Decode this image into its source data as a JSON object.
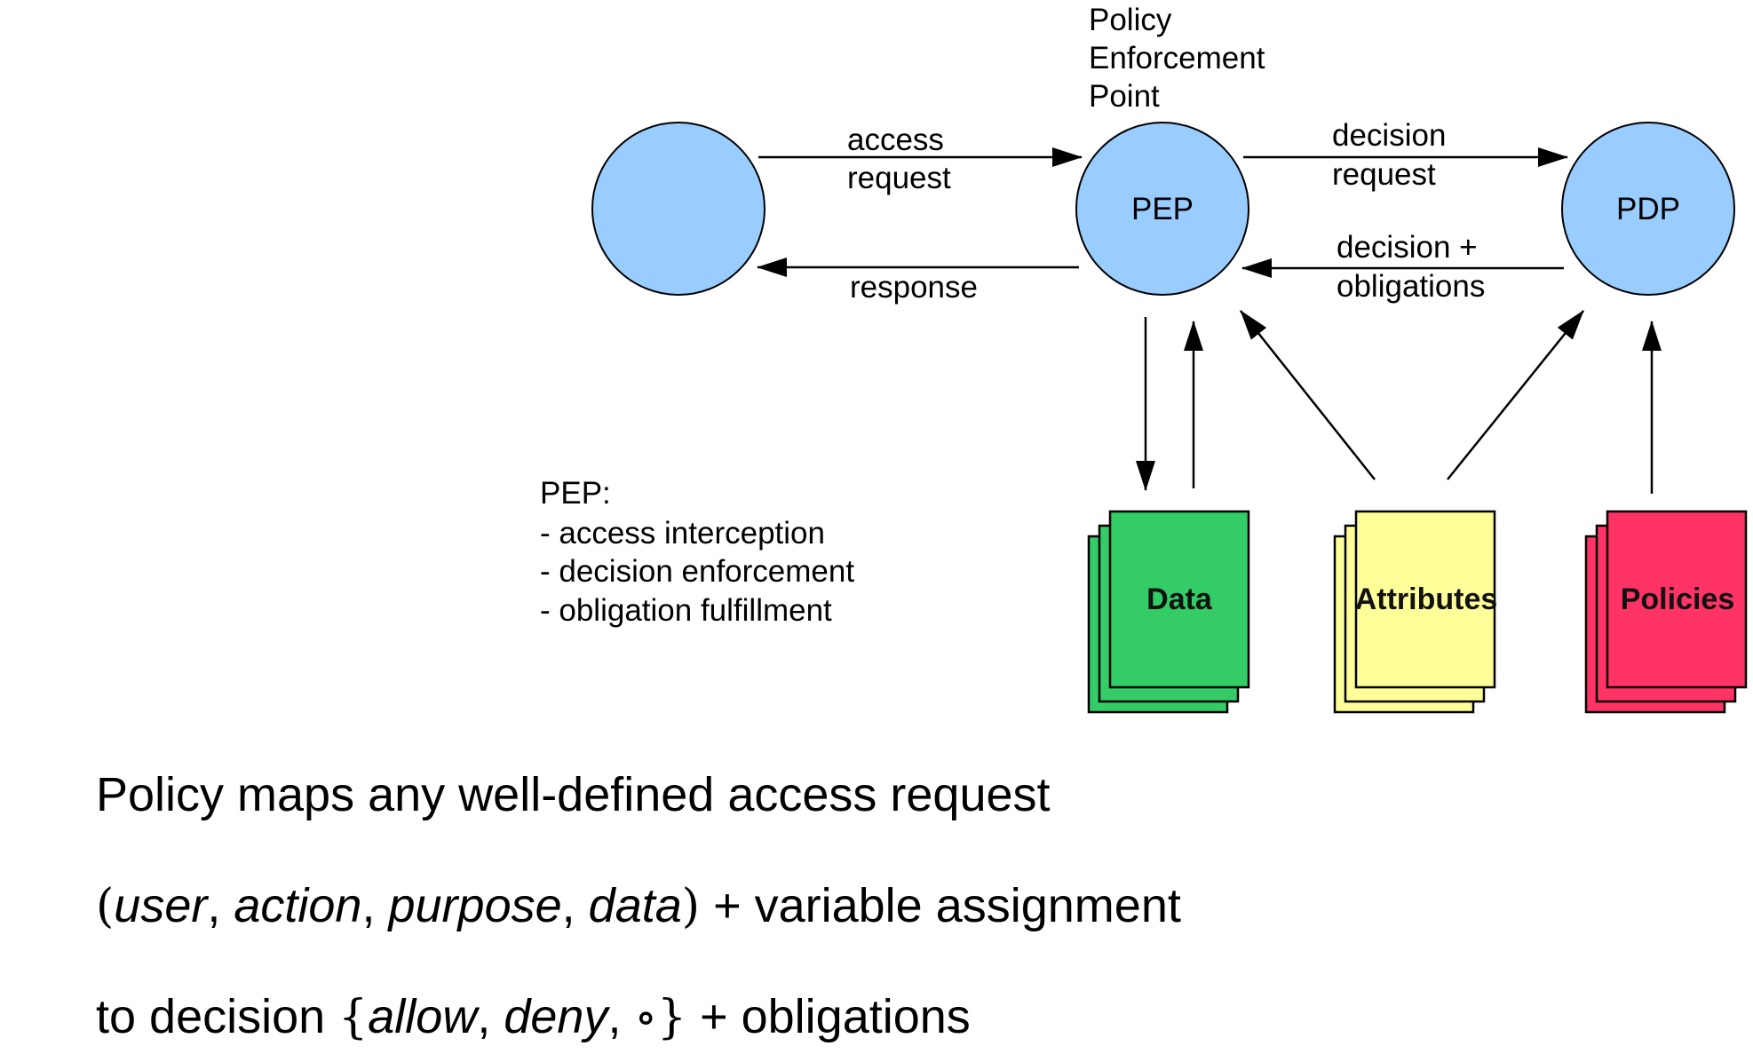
{
  "diagram": {
    "header": {
      "line1": "Policy",
      "line2": "Enforcement",
      "line3": "Point"
    },
    "nodes": {
      "client": {
        "label": ""
      },
      "pep": {
        "label": "PEP"
      },
      "pdp": {
        "label": "PDP"
      }
    },
    "edges": {
      "access_request": {
        "line1": "access",
        "line2": "request"
      },
      "response": {
        "line1": "response"
      },
      "decision_request": {
        "line1": "decision",
        "line2": "request"
      },
      "decision_obligations": {
        "line1": "decision +",
        "line2": "obligations"
      }
    },
    "documents": {
      "data": {
        "label": "Data"
      },
      "attributes": {
        "label": "Attributes"
      },
      "policies": {
        "label": "Policies"
      }
    },
    "pep_note": {
      "title": "PEP:",
      "items": [
        "- access interception",
        "- decision enforcement",
        "- obligation fulfillment"
      ]
    },
    "colors": {
      "node_fill": "#99ccff",
      "data_fill": "#33cc66",
      "attributes_fill": "#ffff99",
      "policies_fill": "#ff3366"
    }
  },
  "caption": {
    "line1": "Policy maps any well-defined access request",
    "line2": {
      "open": "(",
      "user": "user",
      "comma1": ", ",
      "action": "action",
      "comma2": ", ",
      "purpose": "purpose",
      "comma3": ", ",
      "data": "data",
      "close": ")",
      "tail": " + variable assignment"
    },
    "line3": {
      "prefix": "to decision ",
      "open_brace": "{",
      "allow": "allow",
      "comma1": ", ",
      "deny": "deny",
      "comma2": ", ",
      "undetermined": "∘",
      "close_brace": "}",
      "tail": " + obligations"
    }
  }
}
